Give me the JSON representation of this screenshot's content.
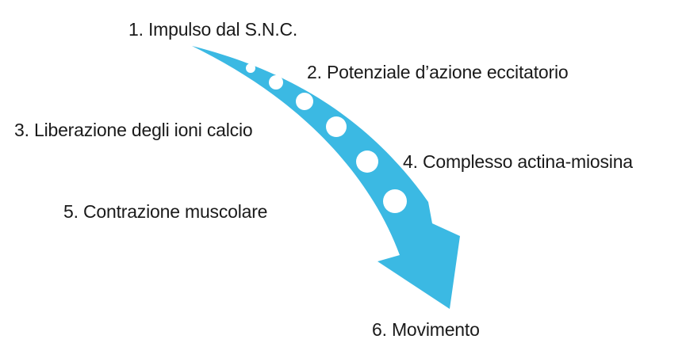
{
  "colors": {
    "arrow": "#3bb9e3",
    "bubble": "#ffffff",
    "text": "#1a1a1a"
  },
  "steps": [
    {
      "label": "1. Impulso dal S.N.C."
    },
    {
      "label": "2. Potenziale d’azione eccitatorio"
    },
    {
      "label": "3. Liberazione degli ioni calcio"
    },
    {
      "label": "4. Complesso actina-miosina"
    },
    {
      "label": "5. Contrazione muscolare"
    },
    {
      "label": "6. Movimento"
    }
  ]
}
